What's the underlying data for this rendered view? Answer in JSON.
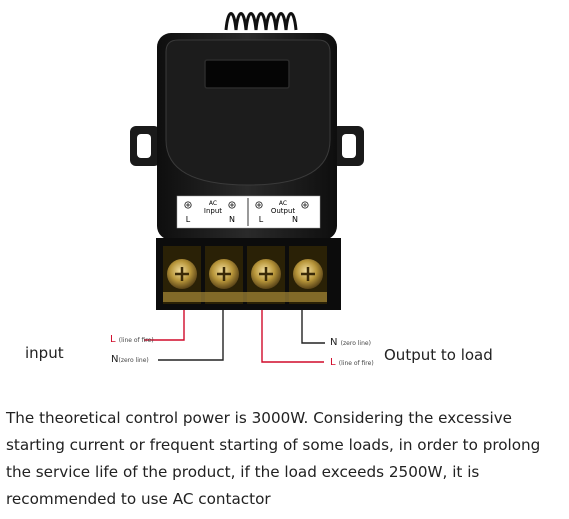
{
  "labels": {
    "input": "input",
    "output": "Output to load"
  },
  "wires": {
    "input_l": {
      "letter": "L",
      "note": "(line of fire)"
    },
    "input_n": {
      "letter": "N",
      "note": "(zero line)"
    },
    "output_n": {
      "letter": "N",
      "note": "(zero line)"
    },
    "output_l": {
      "letter": "L",
      "note": "(line of fire)"
    }
  },
  "terminal_plate": {
    "input_group": {
      "line1": "AC",
      "line2": "Input",
      "left": "L",
      "right": "N"
    },
    "output_group": {
      "line1": "AC",
      "line2": "Output",
      "left": "L",
      "right": "N"
    }
  },
  "description": "The theoretical control power is 3000W. Considering the excessive starting current or frequent starting of some loads, in order to prolong the service life of the product, if the load exceeds 2500W, it is recommended to use AC contactor",
  "colors": {
    "body": "#161616",
    "live_wire": "#d10a2a",
    "neutral_wire": "#222222",
    "terminal_brass": "#b8963a"
  }
}
